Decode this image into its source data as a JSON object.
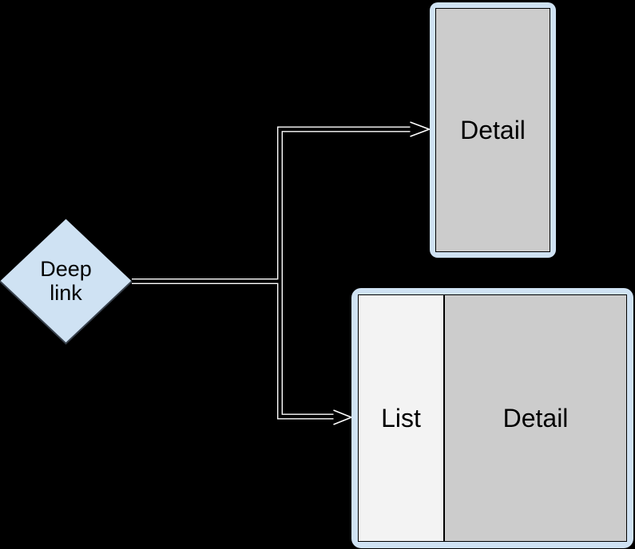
{
  "diagram": {
    "description_labels": {
      "diamond_label": "Deep\nlink",
      "phone_screen_label": "Detail",
      "tablet_list_label": "List",
      "tablet_detail_label": "Detail"
    },
    "colors": {
      "background": "#000000",
      "device_frame_blue": "#cfe2f3",
      "screen_gray": "#cccccc",
      "list_pane_gray": "#f3f3f3",
      "connector_outline": "#ffffff",
      "connector_core": "#000000",
      "text": "#000000",
      "screen_border": "#000000"
    }
  }
}
